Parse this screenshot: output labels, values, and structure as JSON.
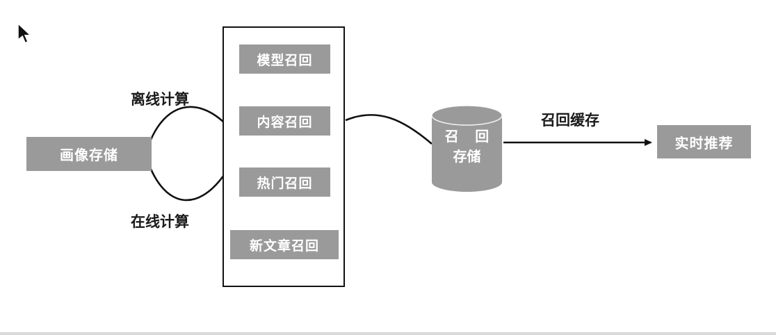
{
  "diagram": {
    "nodes": {
      "profile_storage": {
        "label": "画像存储"
      },
      "recall_container": {
        "items": [
          {
            "label": "模型召回"
          },
          {
            "label": "内容召回"
          },
          {
            "label": "热门召回"
          },
          {
            "label": "新文章召回"
          }
        ]
      },
      "recall_storage": {
        "line1": "召 回",
        "line2": "存储"
      },
      "realtime_recommend": {
        "label": "实时推荐"
      }
    },
    "edges": {
      "offline": {
        "label": "离线计算"
      },
      "online": {
        "label": "在线计算"
      },
      "cache": {
        "label": "召回缓存"
      }
    },
    "colors": {
      "node_fill": "#9a9a9a",
      "node_text": "#ffffff",
      "line": "#111111",
      "label_text": "#1a1a1a"
    }
  }
}
